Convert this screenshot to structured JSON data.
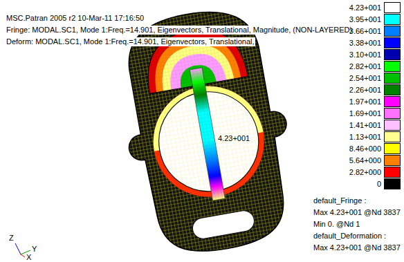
{
  "diagram": {
    "labels": [
      "MSC.Patran 2005 r2 10-Mar-11 17:16:50",
      "Fringe: MODAL.SC1, Mode 1:Freq.=14.901, Eigenvectors, Translational, Magnitude, (NON-LAYERED)",
      "Deform: MODAL.SC1, Mode 1:Freq.=14.901, Eigenvectors, Translational,",
      "4.23+001",
      "Z",
      "Y",
      "X",
      "default_Fringe :",
      "Max 4.23+001 @Nd 3837",
      "Min 0. @Nd 1",
      "default_Deformation :",
      "Max 4.23+001 @Nd 3837"
    ],
    "legend": [
      {
        "text": "4.23+001",
        "color": "#ffffff"
      },
      {
        "text": "3.95+001",
        "color": "#00ffff"
      },
      {
        "text": "3.66+001",
        "color": "#0080ff"
      },
      {
        "text": "3.38+001",
        "color": "#0000ff"
      },
      {
        "text": "3.10+001",
        "color": "#0000b0"
      },
      {
        "text": "2.82+001",
        "color": "#00ff00"
      },
      {
        "text": "2.54+001",
        "color": "#00c000"
      },
      {
        "text": "2.26+001",
        "color": "#008000"
      },
      {
        "text": "1.97+001",
        "color": "#ff00ff"
      },
      {
        "text": "1.69+001",
        "color": "#ff70ff"
      },
      {
        "text": "1.41+001",
        "color": "#ffc0ff"
      },
      {
        "text": "1.13+001",
        "color": "#ffff90"
      },
      {
        "text": "8.46+000",
        "color": "#ffff00"
      },
      {
        "text": "5.64+000",
        "color": "#ff8000"
      },
      {
        "text": "2.82+000",
        "color": "#ff0000"
      },
      {
        "text": "0",
        "color": "#000000"
      }
    ]
  }
}
